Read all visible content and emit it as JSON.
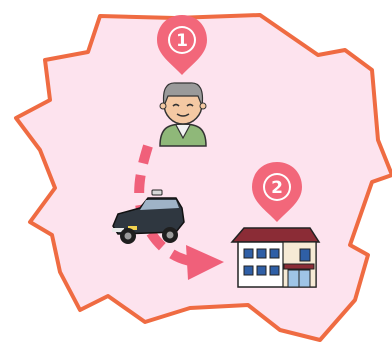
{
  "colors": {
    "region_fill": "#fde3ee",
    "region_border": "#ef6b42",
    "pin": "#f2677a",
    "pin_text": "#ffffff",
    "route": "#f0607a",
    "house_roof": "#8b2c36",
    "house_wall": "#ffffff",
    "house_accent": "#f6ead5",
    "house_window": "#2f5fa6",
    "taxi_body": "#2f3740",
    "person_shirt": "#8fb879",
    "person_skin": "#f4c9a3",
    "person_hair": "#9a9a9a"
  },
  "icons": {
    "region": "map-region",
    "person": "elderly-man-icon",
    "taxi": "taxi-icon",
    "house": "house-icon",
    "route": "dashed-route-arrow",
    "pins": [
      "location-pin-icon",
      "location-pin-icon"
    ]
  },
  "pins": [
    {
      "label": "1"
    },
    {
      "label": "2"
    }
  ]
}
